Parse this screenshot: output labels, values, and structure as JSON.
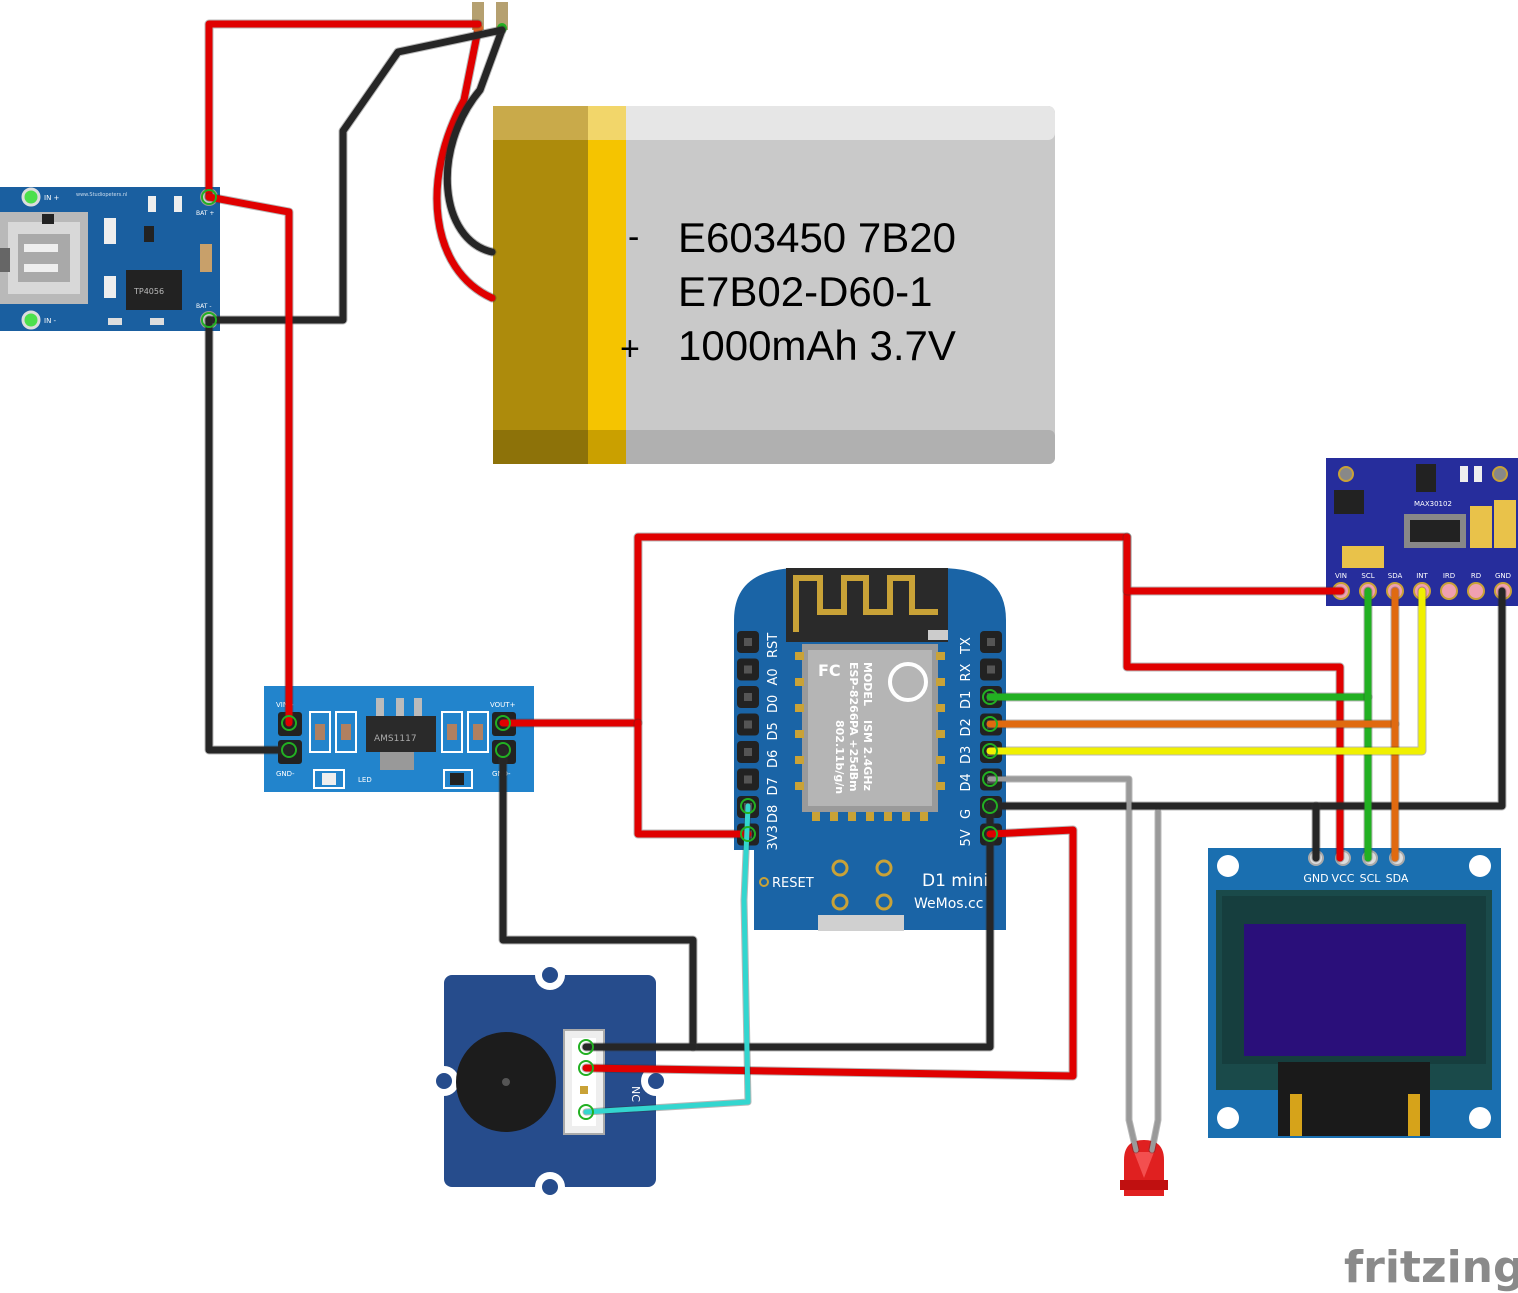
{
  "battery": {
    "line1": "E603450 7B20",
    "line2": "E7B02-D60-1",
    "line3": "1000mAh 3.7V",
    "plus": "+",
    "minus": "-"
  },
  "charger": {
    "brand": "www.Studiopeters.nl",
    "chip": "TP4056",
    "in_plus": "IN +",
    "in_minus": "IN -",
    "bat_plus": "BAT +",
    "bat_minus": "BAT -"
  },
  "regulator": {
    "chip": "AMS1117",
    "vin": "VIN+",
    "gnd_left": "GND-",
    "vout": "VOUT+",
    "gnd_right": "GND-",
    "led": "LED"
  },
  "wemos": {
    "left_pins": [
      "RST",
      "A0",
      "D0",
      "D5",
      "D6",
      "D7",
      "D8",
      "3V3"
    ],
    "right_pins": [
      "TX",
      "RX",
      "D1",
      "D2",
      "D3",
      "D4",
      "G",
      "5V"
    ],
    "module_model": "MODEL",
    "module_chip": "ESP-8266",
    "module_ism": "ISM 2.4GHz",
    "module_pa": "PA +25dBm",
    "module_wifi": "802.11b/g/n",
    "fc": "FC",
    "reset": "RESET",
    "board_name": "D1 mini",
    "board_brand": "WeMos.cc"
  },
  "sensor": {
    "chip": "MAX30102",
    "pins": [
      "VIN",
      "SCL",
      "SDA",
      "INT",
      "IRD",
      "RD",
      "GND"
    ]
  },
  "oled": {
    "pins": [
      "GND",
      "VCC",
      "SCL",
      "SDA"
    ]
  },
  "buzzer": {
    "label": "NC"
  },
  "watermark": "fritzing",
  "colors": {
    "wire_red": "#e00000",
    "wire_black": "#262626",
    "wire_green": "#22b022",
    "wire_orange": "#e06a10",
    "wire_yellow": "#f0f000",
    "wire_gray": "#9a9a9a",
    "wire_cyan": "#33d6cf",
    "board_blue": "#1a5fa0",
    "wemos_blue": "#1a64a6",
    "sensor_blue": "#262d9c",
    "oled_screen": "#2a0f7a"
  }
}
